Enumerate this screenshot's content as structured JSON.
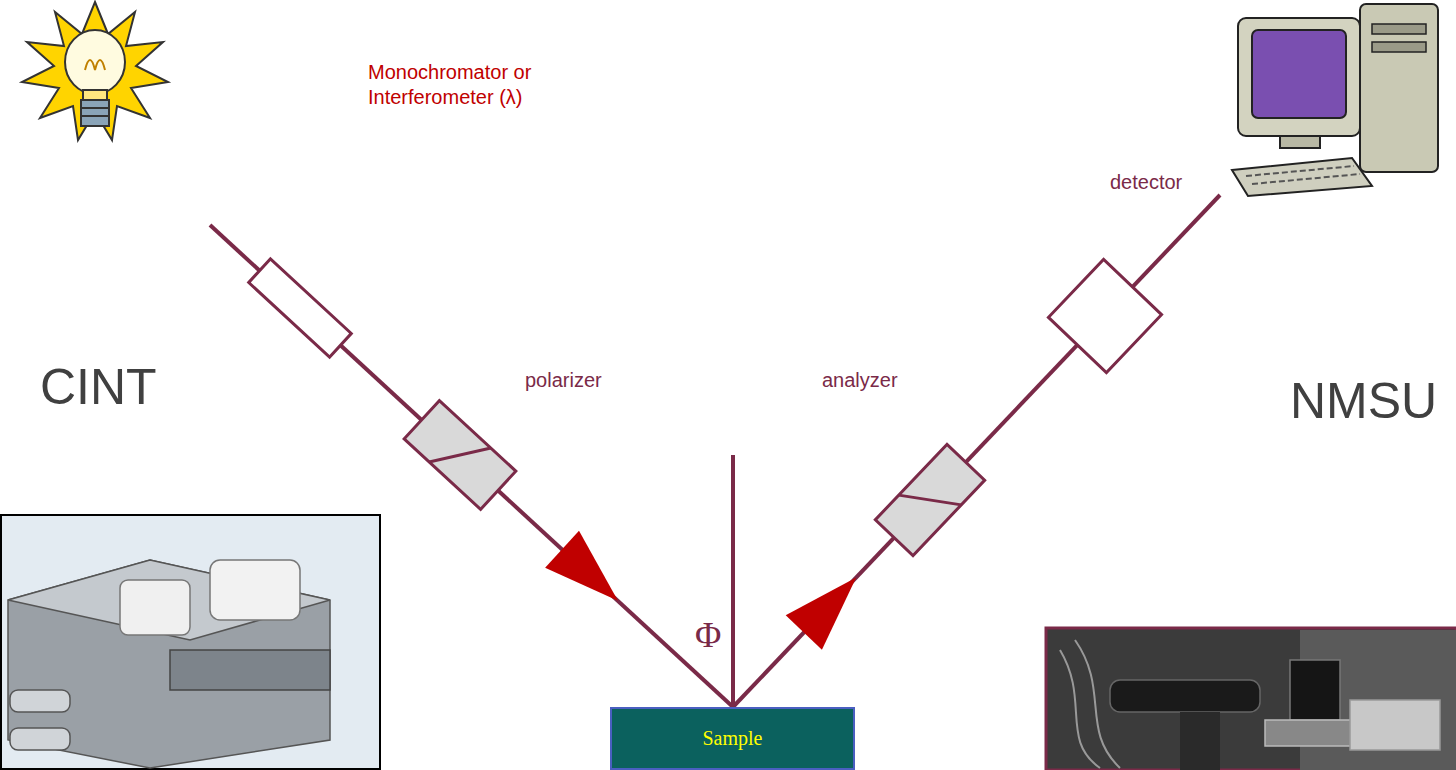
{
  "diagram": {
    "nodes": [
      {
        "text": [
          "Sample"
        ]
      }
    ],
    "labels": [
      "Monochromator or Interferometer (λ)",
      "polarizer",
      "analyzer",
      "detector",
      "Φ",
      "CINT",
      "NMSU"
    ]
  }
}
